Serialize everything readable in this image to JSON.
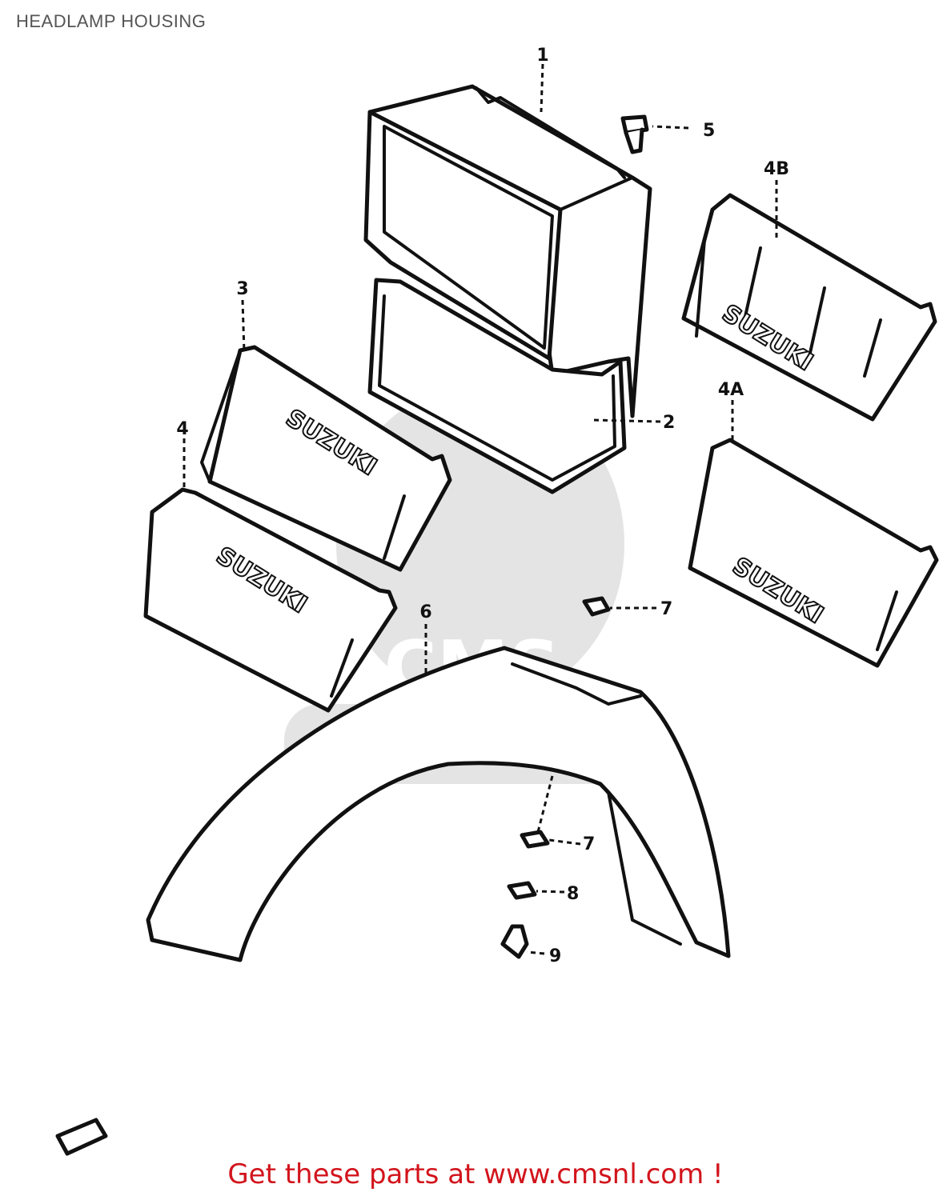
{
  "header": {
    "title": "HEADLAMP HOUSING"
  },
  "watermark": {
    "brand": "CMS",
    "url": "WWW.CMSNL.COM"
  },
  "parts": {
    "p1": "1",
    "p2": "2",
    "p3": "3",
    "p4": "4",
    "p4a": "4A",
    "p4b": "4B",
    "p5": "5",
    "p6": "6",
    "p7a": "7",
    "p7b": "7",
    "p8": "8",
    "p9": "9"
  },
  "logos": {
    "cover3": "SUZUKI",
    "cover4": "SUZUKI",
    "cover4a": "SUZUKI",
    "cover4b": "SUZUKI"
  },
  "footer": {
    "promo": "Get these parts at www.cmsnl.com !"
  },
  "colors": {
    "promo_red": "#d2141c",
    "title_gray": "#555555",
    "line": "#111111"
  }
}
